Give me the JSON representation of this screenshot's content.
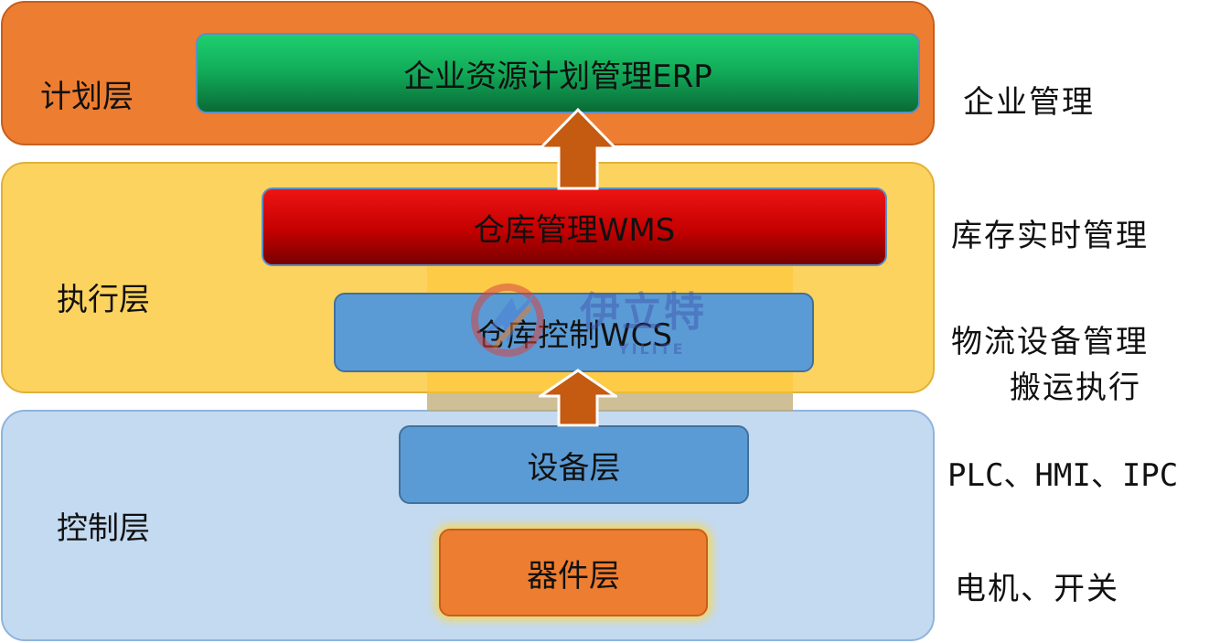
{
  "layers": {
    "plan": "计划层",
    "exec": "执行层",
    "ctrl": "控制层"
  },
  "boxes": {
    "erp": "企业资源计划管理ERP",
    "wms": "仓库管理WMS",
    "wcs": "仓库控制WCS",
    "device": "设备层",
    "component": "器件层"
  },
  "right_labels": {
    "erp": "企业管理",
    "wms": "库存实时管理",
    "wcs_line1": "物流设备管理",
    "wcs_line2": "搬运执行",
    "device": "PLC、HMI、IPC",
    "component": "电机、开关"
  },
  "watermark": {
    "brand": "伊立特",
    "sub": "YILITE"
  },
  "colors": {
    "plan_layer": "#ed7d31",
    "exec_layer": "#fdd35f",
    "ctrl_layer": "#c4daf1",
    "erp_box": "#11a958",
    "wms_box": "#c40000",
    "wcs_box": "#5b9bd5",
    "arrow": "#c55a11"
  }
}
